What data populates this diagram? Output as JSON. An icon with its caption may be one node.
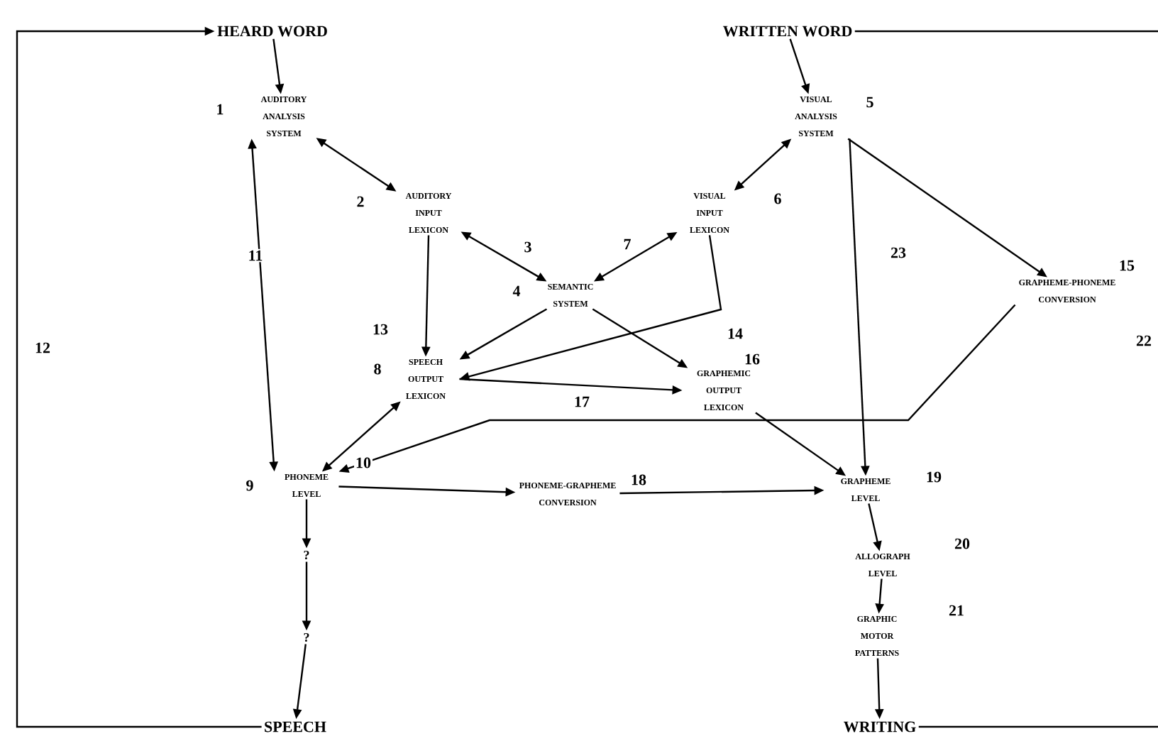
{
  "diagram": {
    "nodes": [
      {
        "text": [
          "HEARD WORD"
        ]
      },
      {
        "text": [
          "AUDITORY ANALYSIS SYSTEM"
        ],
        "beside": [
          "1"
        ]
      },
      {
        "text": [
          "AUDITORY INPUT LEXICON"
        ],
        "beside": [
          "2"
        ]
      },
      {
        "text": [
          "SEMANTIC SYSTEM"
        ],
        "beside": [
          "4"
        ]
      },
      {
        "text": [
          "WRITTEN WORD"
        ]
      },
      {
        "text": [
          "VISUAL ANALYSIS SYSTEM"
        ],
        "beside": [
          "5"
        ]
      },
      {
        "text": [
          "VISUAL INPUT LEXICON"
        ],
        "beside": [
          "6"
        ]
      },
      {
        "text": [
          "GRAPHEME-PHONEME CONVERSION"
        ],
        "beside": [
          "15"
        ]
      },
      {
        "text": [
          "SPEECH OUTPUT LEXICON"
        ],
        "beside": [
          "8"
        ]
      },
      {
        "text": [
          "GRAPHEMIC OUTPUT LEXICON"
        ],
        "beside": [
          "16"
        ]
      },
      {
        "text": [
          "PHONEME LEVEL"
        ],
        "beside": [
          "9"
        ]
      },
      {
        "text": [
          "PHONEME-GRAPHEME CONVERSION"
        ],
        "beside": [
          "18"
        ]
      },
      {
        "text": [
          "GRAPHEME LEVEL"
        ],
        "beside": [
          "19"
        ]
      },
      {
        "text": [
          "?"
        ]
      },
      {
        "text": [
          "?"
        ]
      },
      {
        "text": [
          "SPEECH"
        ]
      },
      {
        "text": [
          "ALLOGRAPH LEVEL"
        ],
        "beside": [
          "20"
        ]
      },
      {
        "text": [
          "GRAPHIC MOTOR PATTERNS"
        ],
        "beside": [
          "21"
        ]
      },
      {
        "text": [
          "WRITING"
        ]
      }
    ],
    "edges": [
      {
        "from": 0,
        "to": 1,
        "arrow": "to"
      },
      {
        "from": 1,
        "to": 2,
        "arrow": "both"
      },
      {
        "from": 2,
        "to": 3,
        "arrow": "both",
        "label": "3"
      },
      {
        "from": 4,
        "to": 5,
        "arrow": "to"
      },
      {
        "from": 5,
        "to": 6,
        "arrow": "both"
      },
      {
        "from": 6,
        "to": 3,
        "arrow": "both",
        "label": "7"
      },
      {
        "from": 10,
        "to": 1,
        "arrow": "both",
        "label": "11"
      },
      {
        "from": 2,
        "to": 8,
        "arrow": "to",
        "label": "13"
      },
      {
        "from": 3,
        "to": 8,
        "arrow": "to"
      },
      {
        "from": 6,
        "to": 8,
        "arrow": "to",
        "label": "14"
      },
      {
        "from": 3,
        "to": 9,
        "arrow": "to"
      },
      {
        "from": 5,
        "to": 12,
        "arrow": "to",
        "label": "23"
      },
      {
        "from": 5,
        "to": 7,
        "arrow": "to"
      },
      {
        "from": 8,
        "to": 9,
        "arrow": "to",
        "label": "17"
      },
      {
        "from": 8,
        "to": 10,
        "arrow": "both",
        "label": "10"
      },
      {
        "from": 7,
        "to": 10,
        "arrow": "to"
      },
      {
        "from": 9,
        "to": 12,
        "arrow": "to"
      },
      {
        "from": 10,
        "to": 11,
        "arrow": "to"
      },
      {
        "from": 11,
        "to": 12,
        "arrow": "to"
      },
      {
        "from": 10,
        "to": 13,
        "arrow": "to"
      },
      {
        "from": 13,
        "to": 14,
        "arrow": "to"
      },
      {
        "from": 14,
        "to": 15,
        "arrow": "to"
      },
      {
        "from": 12,
        "to": 16,
        "arrow": "to"
      },
      {
        "from": 16,
        "to": 17,
        "arrow": "to"
      },
      {
        "from": 17,
        "to": 18,
        "arrow": "to"
      },
      {
        "from": 15,
        "to": 0,
        "arrow": "to",
        "label": "12"
      },
      {
        "from": 18,
        "to": 4,
        "arrow": "none",
        "label": "22"
      }
    ]
  }
}
